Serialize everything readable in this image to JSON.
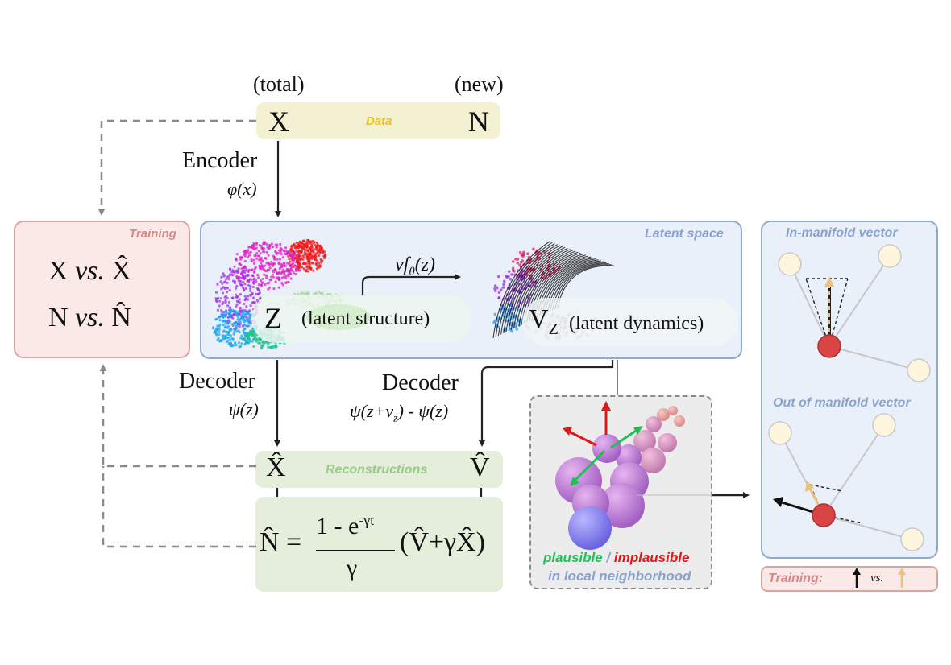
{
  "data_bar": {
    "left_header": "(total)",
    "right_header": "(new)",
    "left_symbol": "X",
    "right_symbol": "N",
    "tag": "Data"
  },
  "encoder": {
    "label": "Encoder",
    "fn": "φ(x)"
  },
  "training_box": {
    "tag": "Training",
    "line1": {
      "a": "X",
      "vs": "vs.",
      "b": "X̂"
    },
    "line2": {
      "a": "N",
      "vs": "vs.",
      "b": "N̂"
    }
  },
  "latent_space": {
    "tag": "Latent space",
    "z_symbol": "Z",
    "z_label": "(latent structure)",
    "vf_label": "vf",
    "vf_sub": "θ",
    "vf_arg": "(z)",
    "v_symbol": "V",
    "v_sub": "Z",
    "v_label": "(latent dynamics)"
  },
  "decoder_left": {
    "label": "Decoder",
    "fn": "ψ(z)"
  },
  "decoder_right": {
    "label": "Decoder",
    "fn_a": "ψ(z+v",
    "fn_sub": "z",
    "fn_b": ") - ψ(z)"
  },
  "reconstructions": {
    "tag": "Reconstructions",
    "left_symbol": "X̂",
    "right_symbol": "V̂"
  },
  "formula": {
    "lhs": "N̂ =",
    "numerator": "1 - e",
    "exponent": "-γt",
    "denominator": "γ",
    "rhs": "(V̂+γX̂)"
  },
  "neighborhood": {
    "plausible": "plausible",
    "slash": "/",
    "implausible": "implausible",
    "caption": "in local neighborhood"
  },
  "manifold_panel": {
    "title_in": "In-manifold vector",
    "title_out": "Out of manifold vector"
  },
  "training_legend": {
    "label": "Training:",
    "vs": "vs."
  },
  "colors": {
    "data_fill": "#f4f1d2",
    "data_tag": "#e8c12a",
    "training_fill": "#fbe9e7",
    "training_border": "#d9a3a0",
    "training_tag": "#d48b88",
    "latent_fill": "#e9f0fa",
    "latent_border": "#8fa9cf",
    "latent_tag": "#8aa3cc",
    "recon_fill": "#e4eedb",
    "recon_tag": "#9bc98a",
    "plausible": "#1fbf55",
    "implausible": "#e01818",
    "neighborhood_fill": "#ececec",
    "node_fill": "#fdf6dc",
    "center_node": "#d94545",
    "arrow_tan": "#e9c27c"
  }
}
